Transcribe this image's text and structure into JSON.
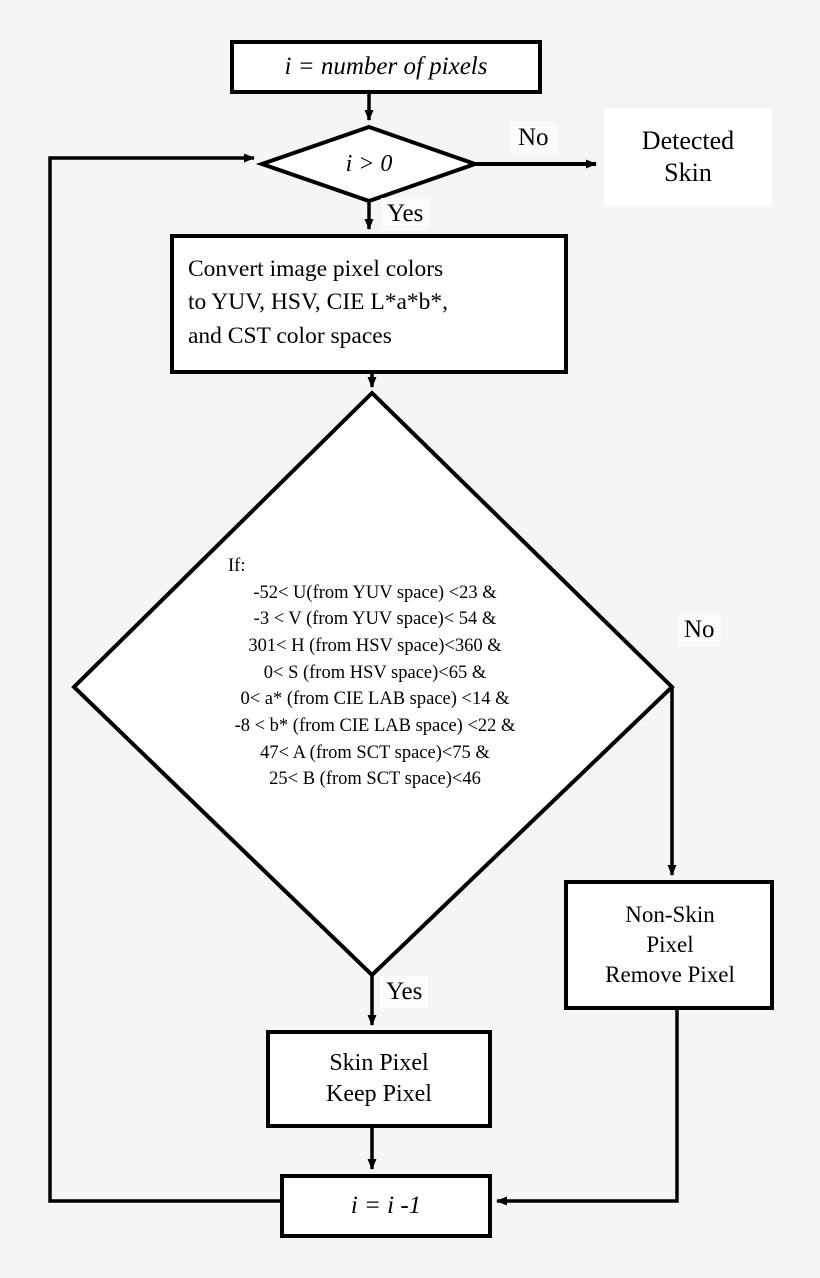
{
  "diagram": {
    "title": "Skin detection flowchart",
    "background_color": "#f5f5f5",
    "stroke_color": "#000000",
    "node_fill": "#ffffff"
  },
  "nodes": {
    "start": {
      "shape": "rectangle",
      "text": "i = number of pixels"
    },
    "loop_condition": {
      "shape": "diamond",
      "text": "i > 0"
    },
    "detected_skin": {
      "shape": "plain",
      "line1": "Detected",
      "line2": "Skin"
    },
    "convert": {
      "shape": "rectangle",
      "line1": "Convert image pixel colors",
      "line2": "to YUV, HSV, CIE L*a*b*,",
      "line3": "and CST color spaces"
    },
    "color_condition": {
      "shape": "diamond",
      "lines": [
        "If:",
        "-52< U(from YUV space) <23 &",
        "-3 < V (from YUV space)< 54 &",
        "301< H (from HSV space)<360 &",
        "0< S (from HSV space)<65 &",
        "0< a* (from CIE LAB space) <14 &",
        "-8 < b* (from CIE LAB space) <22 &",
        "47< A (from SCT space)<75 &",
        "25< B (from SCT space)<46"
      ]
    },
    "non_skin": {
      "shape": "rectangle",
      "line1": "Non-Skin",
      "line2": "Pixel",
      "line3": "Remove Pixel"
    },
    "skin": {
      "shape": "rectangle",
      "line1": "Skin Pixel",
      "line2": "Keep Pixel"
    },
    "decrement": {
      "shape": "rectangle",
      "text": "i = i -1"
    }
  },
  "edge_labels": {
    "loop_no": "No",
    "loop_yes": "Yes",
    "color_no": "No",
    "color_yes": "Yes"
  }
}
